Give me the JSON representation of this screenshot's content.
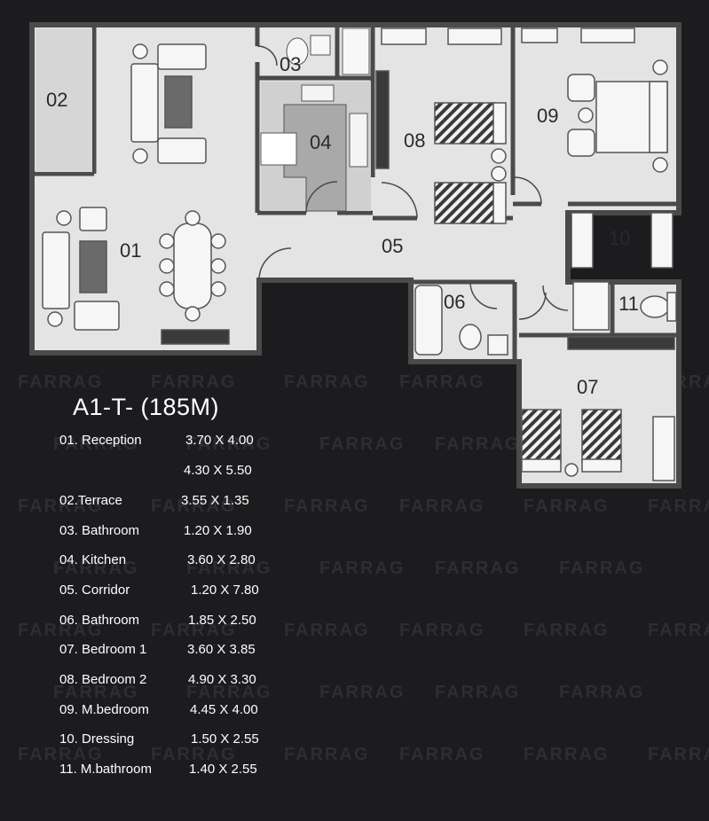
{
  "plan": {
    "rooms": [
      {
        "id": "01",
        "label": "01"
      },
      {
        "id": "02",
        "label": "02"
      },
      {
        "id": "03",
        "label": "03"
      },
      {
        "id": "04",
        "label": "04"
      },
      {
        "id": "05",
        "label": "05"
      },
      {
        "id": "06",
        "label": "06"
      },
      {
        "id": "07",
        "label": "07"
      },
      {
        "id": "08",
        "label": "08"
      },
      {
        "id": "09",
        "label": "09"
      },
      {
        "id": "10",
        "label": "10"
      },
      {
        "id": "11",
        "label": "11"
      }
    ]
  },
  "legend": {
    "title": "A1-T- (185M)",
    "rows": [
      {
        "name": "01. Reception",
        "dims": "3.70 X 4.00"
      },
      {
        "name": "",
        "dims": "4.30 X 5.50"
      },
      {
        "name": "02.Terrace",
        "dims": "3.55 X 1.35"
      },
      {
        "name": "03. Bathroom",
        "dims": "1.20 X 1.90"
      },
      {
        "name": "04. Kitchen",
        "dims": "3.60 X 2.80"
      },
      {
        "name": "05. Corridor",
        "dims": "1.20 X 7.80"
      },
      {
        "name": "06. Bathroom",
        "dims": "1.85 X 2.50"
      },
      {
        "name": "07. Bedroom 1",
        "dims": "3.60 X 3.85"
      },
      {
        "name": "08. Bedroom 2",
        "dims": "4.90 X  3.30"
      },
      {
        "name": "09. M.bedroom",
        "dims": "4.45 X 4.00"
      },
      {
        "name": "10. Dressing",
        "dims": "1.50 X 2.55"
      },
      {
        "name": "11. M.bathroom",
        "dims": "1.40 X 2.55"
      }
    ]
  },
  "watermark": {
    "text": "FARRAG"
  },
  "colors": {
    "background": "#1c1c1e",
    "floor": "#e4e4e4",
    "wall": "#4a4a4a",
    "kitchen": "#a9a9a9",
    "text": "#ffffff"
  }
}
